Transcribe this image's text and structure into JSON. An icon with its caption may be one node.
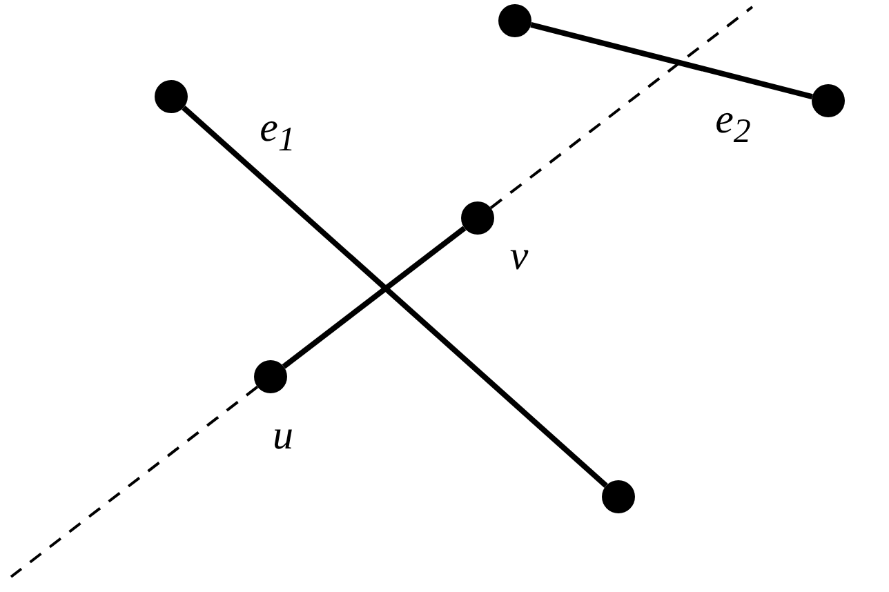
{
  "diagram": {
    "nodes": [
      {
        "text": [],
        "shape": "circle"
      },
      {
        "text": [],
        "shape": "circle"
      },
      {
        "text": [],
        "shape": "circle"
      },
      {
        "text": [],
        "shape": "circle",
        "beside": [
          "v"
        ]
      },
      {
        "text": [],
        "shape": "circle",
        "beside": [
          "u"
        ]
      },
      {
        "text": [],
        "shape": "circle"
      }
    ],
    "edges": [
      {
        "from": 1,
        "to": 5,
        "arrow": "none",
        "label": "e$_{1}$"
      },
      {
        "from": 0,
        "to": 2,
        "arrow": "none",
        "label": "e$_{2}$"
      },
      {
        "from": 4,
        "to": 3,
        "arrow": "none"
      },
      {
        "from": 3,
        "to": null,
        "arrow": "none",
        "style": "dashed"
      },
      {
        "from": 4,
        "to": null,
        "arrow": "none",
        "style": "dashed"
      }
    ]
  }
}
